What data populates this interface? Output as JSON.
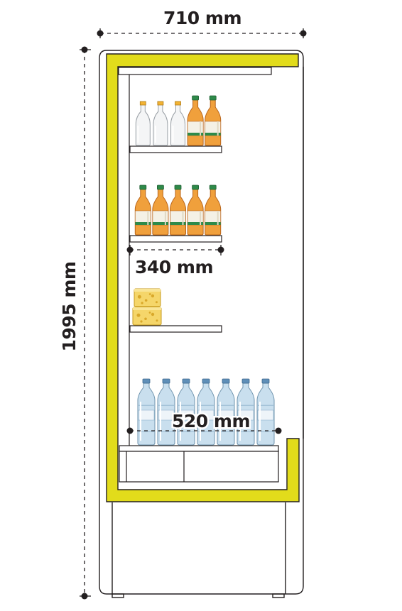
{
  "dimensions": {
    "width": "710 mm",
    "height": "1995 mm",
    "shelf_depth": "340 mm",
    "base_depth": "520 mm"
  },
  "colors": {
    "frame_accent": "#e2dc1b",
    "outline": "#231f20",
    "juice_orange": "#f0a03c",
    "bottle_cap_green": "#2e8a4a",
    "water_blue": "#c9dfee",
    "cheese_yellow": "#f5d66a"
  },
  "contents": {
    "shelf_1": [
      "milk-bottle",
      "milk-bottle",
      "milk-bottle",
      "juice-bottle",
      "juice-bottle"
    ],
    "shelf_2": [
      "juice-bottle",
      "juice-bottle",
      "juice-bottle",
      "juice-bottle",
      "juice-bottle"
    ],
    "shelf_3": [
      "cheese-block",
      "cheese-block"
    ],
    "base": [
      "water-bottle",
      "water-bottle",
      "water-bottle",
      "water-bottle",
      "water-bottle",
      "water-bottle",
      "water-bottle"
    ]
  }
}
